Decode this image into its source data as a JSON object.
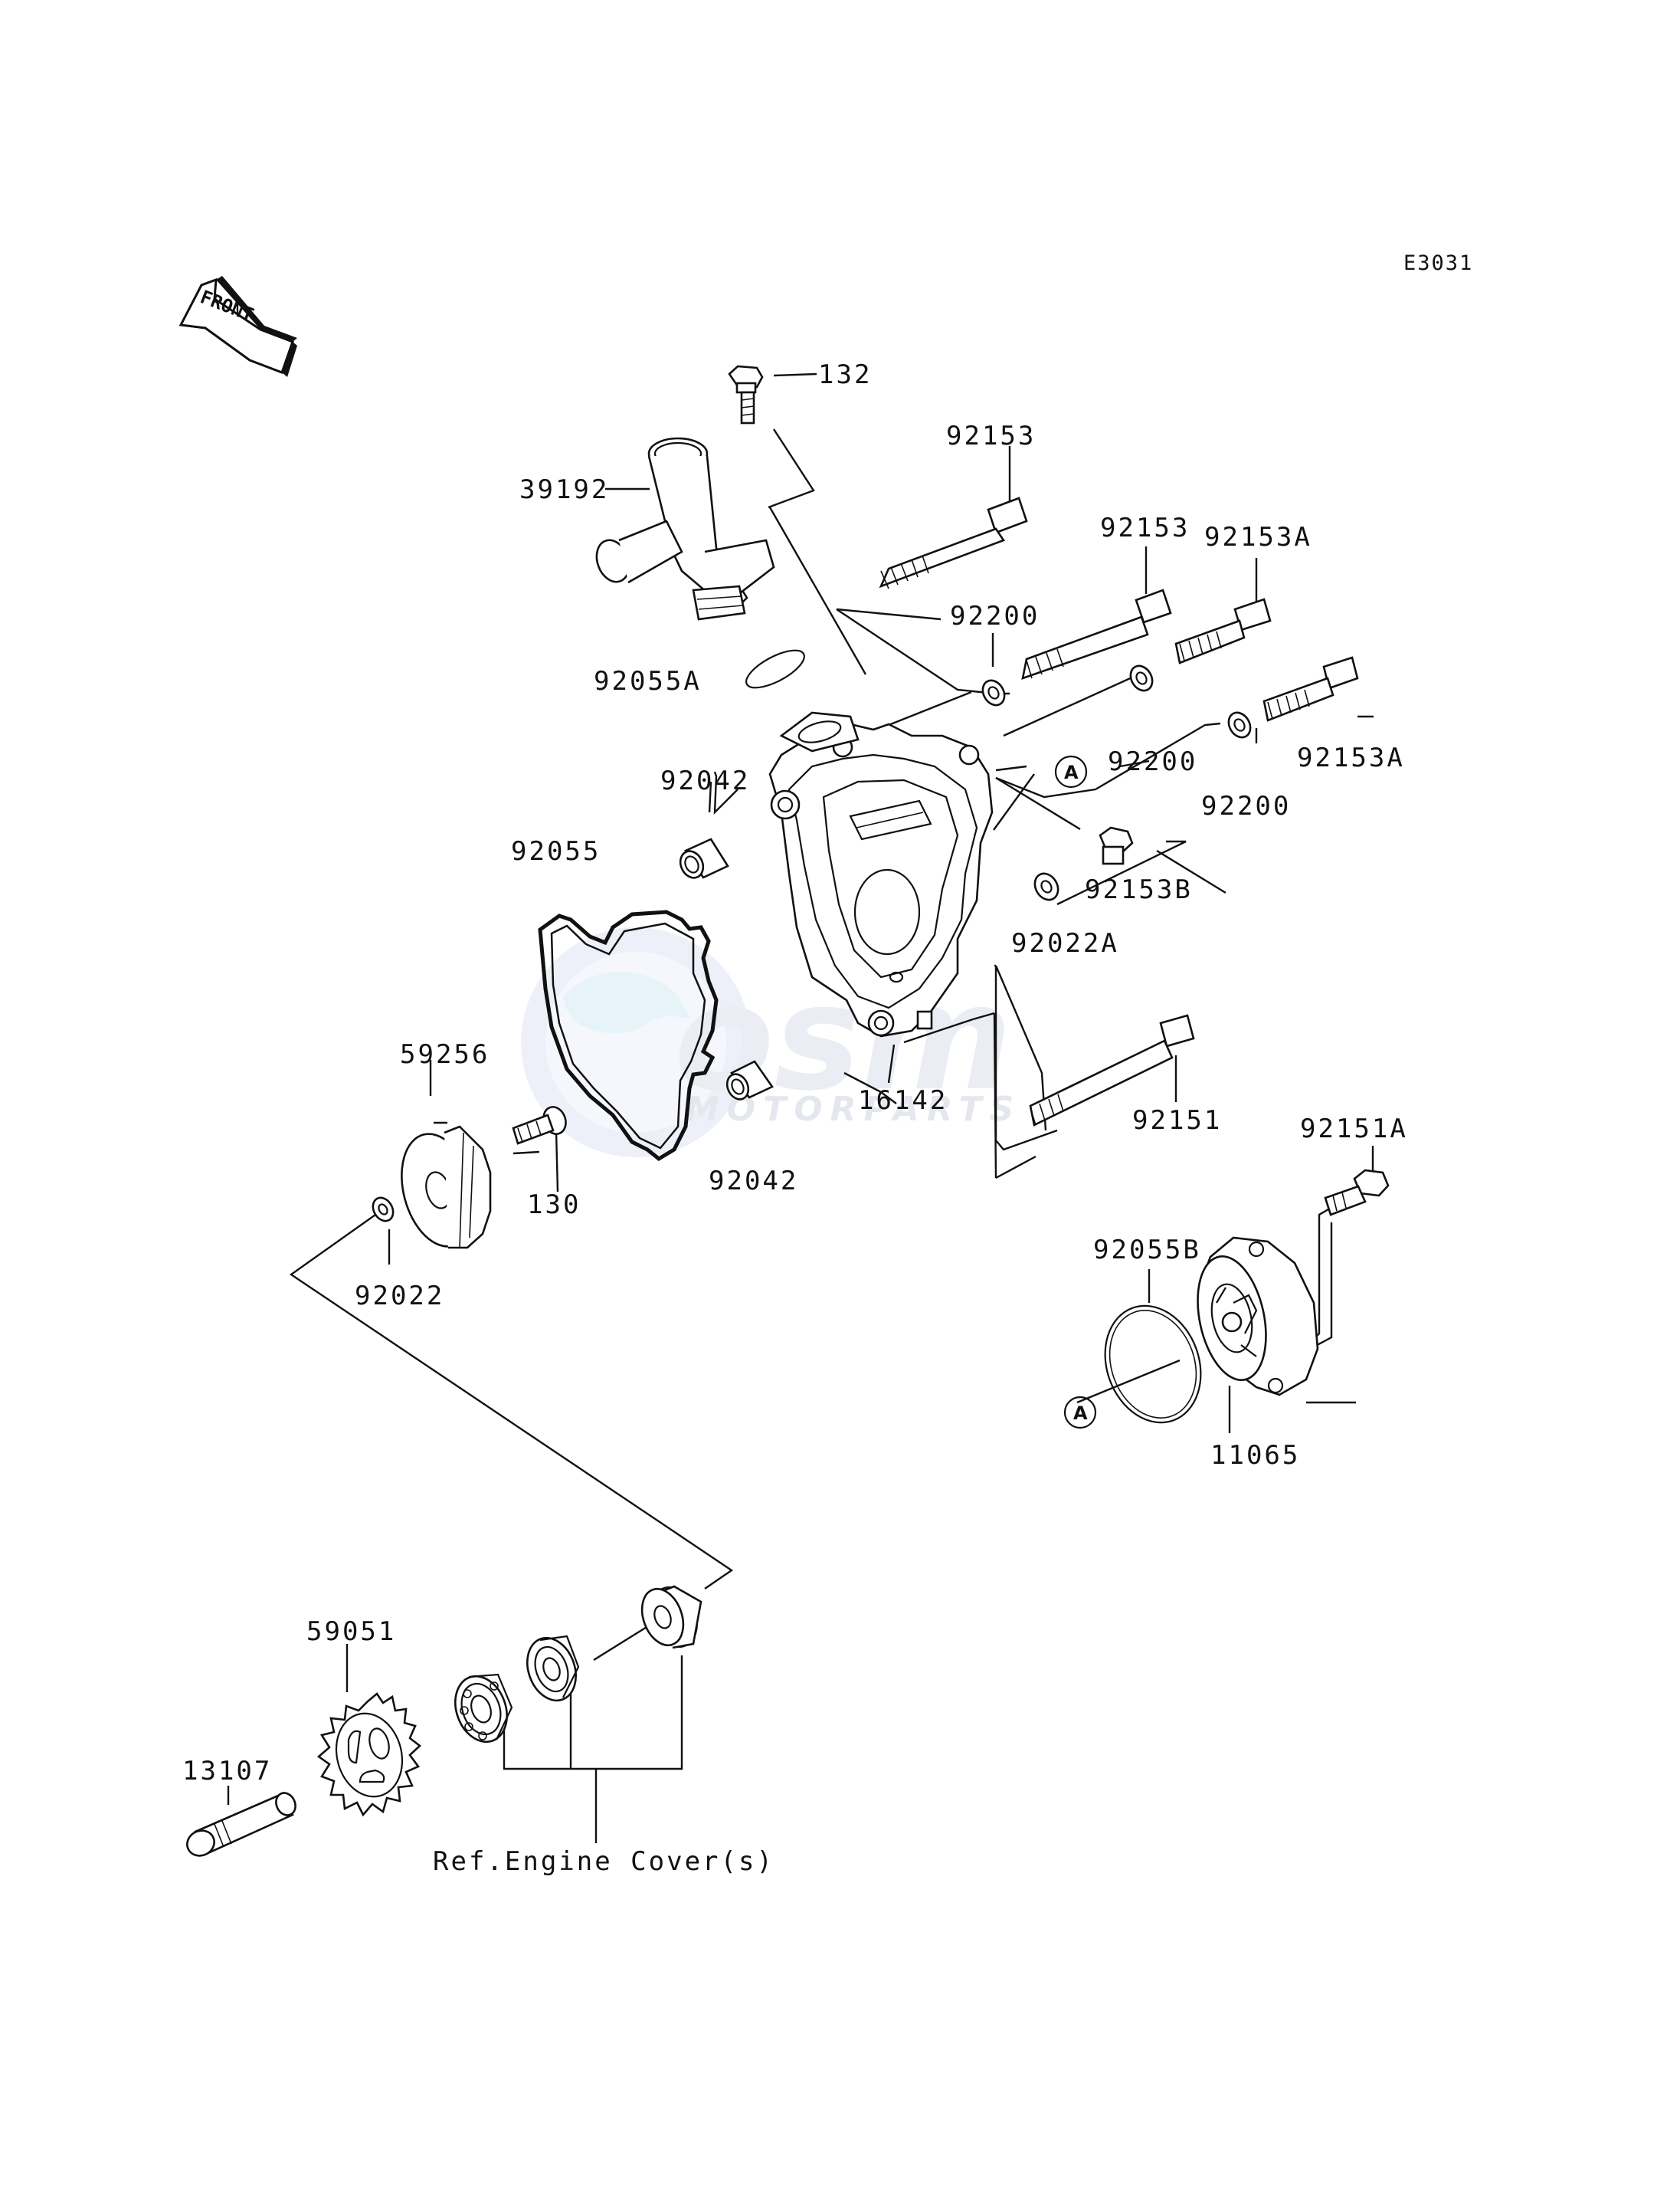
{
  "diagram_code": "E3031",
  "front_arrow_label": "FRONT",
  "reference_note": "Ref.Engine Cover(s)",
  "watermark": {
    "brand": "osm",
    "subtitle": "MOTORPARTS"
  },
  "callout_marker": "A",
  "parts": {
    "p132": "132",
    "p92153_top": "92153",
    "p39192": "39192",
    "p92153_mid": "92153",
    "p92153A_top": "92153A",
    "p92200_top": "92200",
    "p92055A": "92055A",
    "p92200_mid": "92200",
    "p92153A_right": "92153A",
    "p92042_top": "92042",
    "p92200_low": "92200",
    "p92055": "92055",
    "p92153B": "92153B",
    "p92022A": "92022A",
    "p59256": "59256",
    "p16142": "16142",
    "p92151": "92151",
    "p130": "130",
    "p92042_bottom": "92042",
    "p92151A": "92151A",
    "p92022": "92022",
    "p92055B": "92055B",
    "p11065": "11065",
    "p59051": "59051",
    "p13107": "13107"
  }
}
